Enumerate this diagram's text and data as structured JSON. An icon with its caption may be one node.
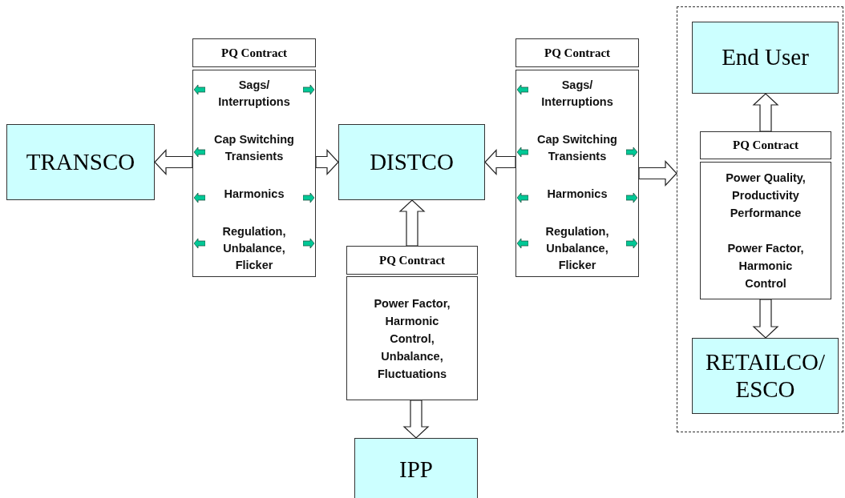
{
  "diagram": {
    "nodes": [
      {
        "text": [
          "TRANSCO"
        ]
      },
      {
        "text": [
          "PQ Contract"
        ]
      },
      {
        "text": [
          "Sags/ Interruptions",
          "Cap Switching Transients",
          "Harmonics",
          "Regulation, Unbalance, Flicker"
        ]
      },
      {
        "text": [
          "DISTCO"
        ]
      },
      {
        "text": [
          "PQ Contract"
        ]
      },
      {
        "text": [
          "Sags/ Interruptions",
          "Cap Switching Transients",
          "Harmonics",
          "Regulation, Unbalance, Flicker"
        ]
      },
      {
        "text": [
          "PQ Contract"
        ]
      },
      {
        "text": [
          "Power Factor, Harmonic Control, Unbalance, Fluctuations"
        ]
      },
      {
        "text": [
          "IPP"
        ]
      },
      {
        "text": [],
        "shape": "box"
      },
      {
        "text": [
          "End User"
        ],
        "in": 9
      },
      {
        "text": [
          "PQ Contract"
        ],
        "in": 9
      },
      {
        "text": [
          "Power Quality, Productivity Performance",
          "Power Factor, Harmonic Control"
        ],
        "in": 9
      },
      {
        "text": [
          "RETAILCO/ ESCO"
        ],
        "in": 9
      }
    ],
    "edges": [
      {
        "from": 2,
        "to": 0,
        "arrow": "to"
      },
      {
        "from": 2,
        "to": 3,
        "arrow": "to"
      },
      {
        "from": 5,
        "to": 3,
        "arrow": "to"
      },
      {
        "from": 5,
        "to": 9,
        "arrow": "to"
      },
      {
        "from": 6,
        "to": 3,
        "arrow": "to"
      },
      {
        "from": 7,
        "to": 8,
        "arrow": "to"
      },
      {
        "from": 11,
        "to": 10,
        "arrow": "to"
      },
      {
        "from": 12,
        "to": 13,
        "arrow": "to"
      }
    ]
  }
}
